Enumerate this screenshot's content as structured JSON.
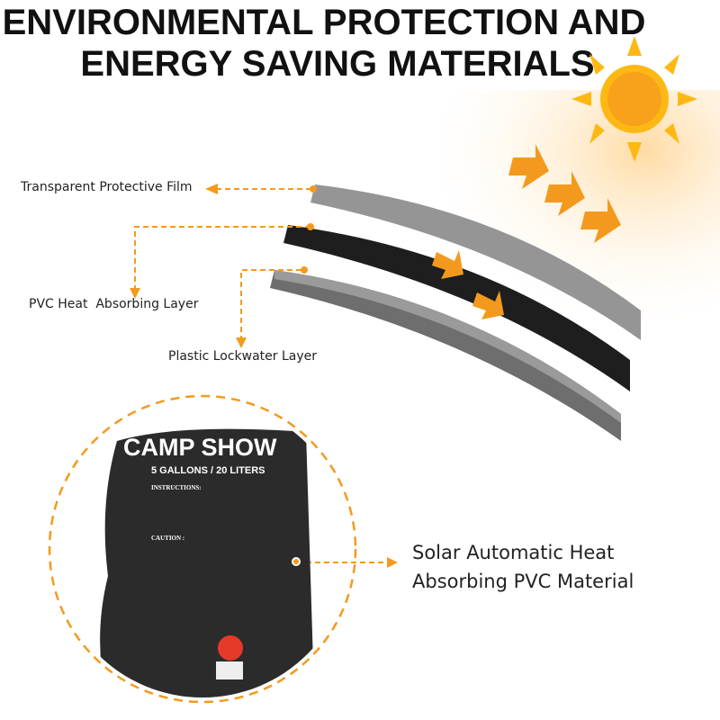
{
  "title": {
    "line1": "ENVIRONMENTAL PROTECTION AND",
    "line2": "ENERGY SAVING MATERIALS"
  },
  "layers": [
    {
      "label": "Transparent Protective Film"
    },
    {
      "label": "PVC Heat  Absorbing Layer"
    },
    {
      "label": "Plastic Lockwater Layer"
    }
  ],
  "callout": {
    "line1": "Solar Automatic Heat",
    "line2": "Absorbing PVC Material"
  },
  "bag": {
    "brand": "CAMP SHOW",
    "capacity": "5 GALLONS / 20 LITERS",
    "instructions": "INSTRUCTIONS:",
    "caution": "CAUTION :"
  },
  "colors": {
    "accent": "#f39a1e",
    "sun": "#fdb813"
  }
}
